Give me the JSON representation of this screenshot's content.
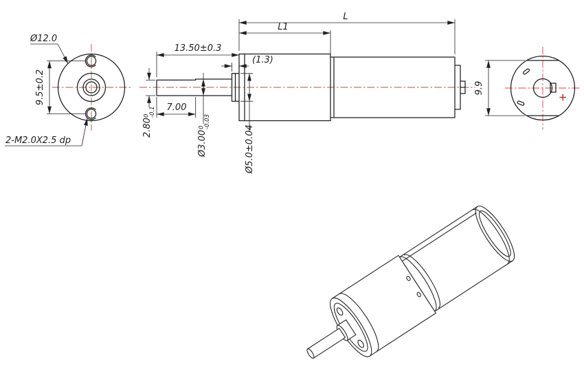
{
  "colors": {
    "outline": "#1c1c1c",
    "dim": "#202020",
    "centerline": "#d2453f",
    "polarity": "#b5342c"
  },
  "front_view": {
    "outer_diameter": "Ø12.0",
    "mount_hole_spacing": "9.5±0.2",
    "tapped_hole_note": "2-M2.0X2.5 dp"
  },
  "side_view": {
    "shaft_length": "13.50±0.3",
    "flat_length": "7.00",
    "boss_length": "(1.3)",
    "across_flat": "2.80",
    "across_flat_tol_upper": "0",
    "across_flat_tol_lower": "-0.1",
    "shaft_diameter": "Ø3.00",
    "shaft_diameter_tol_upper": "0",
    "shaft_diameter_tol_lower": "-0.03",
    "boss_diameter": "Ø5.0±0.04",
    "gearbox_length_label": "L1",
    "overall_length_label": "L"
  },
  "rear_view": {
    "across_flats": "9.9"
  }
}
